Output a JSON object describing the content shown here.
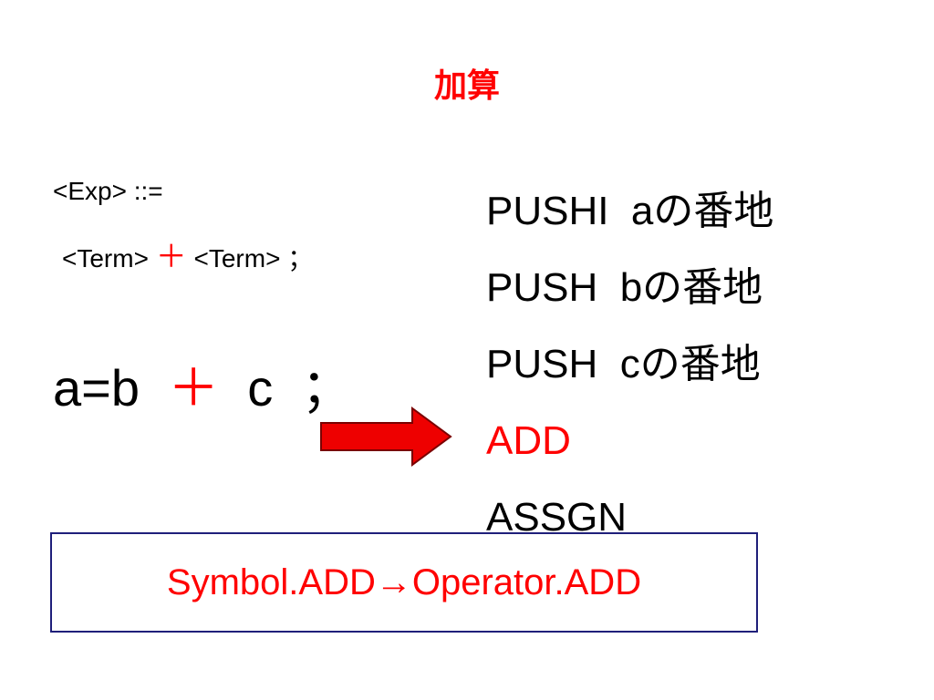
{
  "title": "加算",
  "grammar": {
    "line1": "<Exp> ::=",
    "term_left": "<Term>",
    "plus": "＋",
    "term_right": "<Term>",
    "semicolon": "；"
  },
  "expression": {
    "lhs": "a=b",
    "plus": "＋",
    "rhs": "c",
    "semicolon": "；"
  },
  "code": [
    {
      "text": "PUSHI  aの番地",
      "highlight": false
    },
    {
      "text": "PUSH  bの番地",
      "highlight": false
    },
    {
      "text": "PUSH  cの番地",
      "highlight": false
    },
    {
      "text": "ADD",
      "highlight": true
    },
    {
      "text": "ASSGN",
      "highlight": false
    }
  ],
  "note": "Symbol.ADD→Operator.ADD",
  "colors": {
    "accent": "#ff0000",
    "box_border": "#1f1f7a"
  }
}
